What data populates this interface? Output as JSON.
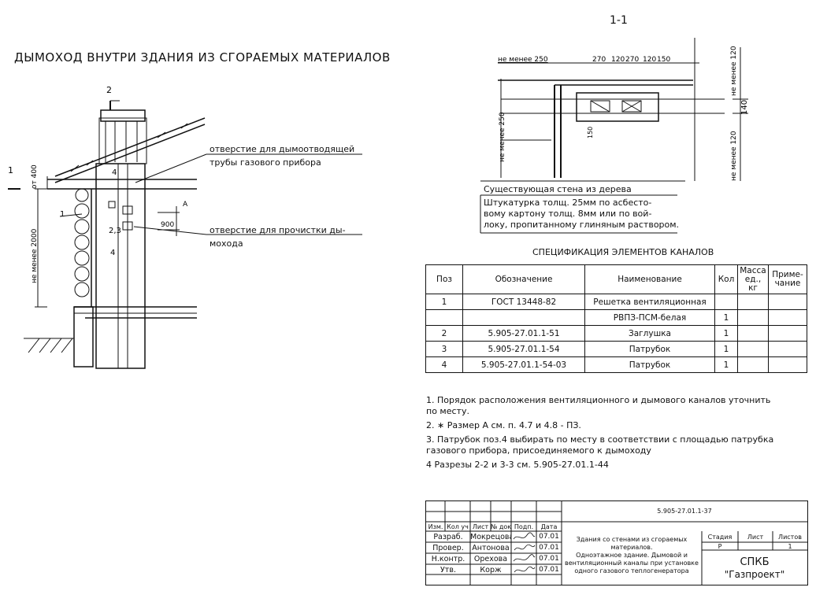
{
  "title": "ДЫМОХОД ВНУТРИ ЗДАНИЯ ИЗ СГОРАЕМЫХ МАТЕРИАЛОВ",
  "section": "1-1",
  "left_drawing": {
    "callout_flue_hole": [
      "отверстие для дымоотводящей",
      "трубы газового прибора"
    ],
    "callout_clean_hole": [
      "отверстие для прочистки ды-",
      "мохода"
    ],
    "dim_top": "от 400",
    "dim_height": "не менее 2000",
    "dim_900": "900",
    "dim_a": "А",
    "mark_1": "1",
    "mark_2": "2",
    "mark_4": "4",
    "mark_23": "2,3",
    "mark_4b": "4"
  },
  "section_drawing": {
    "dim_top_label": "не менее 250",
    "dims_top": [
      "270",
      "120",
      "270",
      "120",
      "150"
    ],
    "dim_right_top": "не менее 120",
    "dim_140": "140",
    "dim_right_bottom": "не менее 120",
    "dim_left": "не менее 250",
    "dim_150": "150",
    "existing_wall": "Существующая стена из дерева",
    "plaster": [
      "Штукатурка толщ. 25мм по асбесто-",
      "вому картону толщ. 8мм или по вой-",
      "локу, пропитанному глиняным раствором."
    ]
  },
  "spec": {
    "title": "СПЕЦИФИКАЦИЯ ЭЛЕМЕНТОВ КАНАЛОВ",
    "headers": [
      "Поз",
      "Обозначение",
      "Наименование",
      "Кол",
      "Масса ед., кг",
      "Приме- чание"
    ],
    "rows": [
      {
        "pos": "1",
        "code": "ГОСТ 13448-82",
        "name": "Решетка вентиляционная",
        "qty": ""
      },
      {
        "pos": "",
        "code": "",
        "name": "РВПЗ-ПСМ-белая",
        "qty": "1"
      },
      {
        "pos": "2",
        "code": "5.905-27.01.1-51",
        "name": "Заглушка",
        "qty": "1"
      },
      {
        "pos": "3",
        "code": "5.905-27.01.1-54",
        "name": "Патрубок",
        "qty": "1"
      },
      {
        "pos": "4",
        "code": "5.905-27.01.1-54-03",
        "name": "Патрубок",
        "qty": "1"
      }
    ]
  },
  "notes": [
    "1. Порядок расположения вентиляционного и дымового каналов уточнить по месту.",
    "2. ∗ Размер А см. п. 4.7 и 4.8 - ПЗ.",
    "3. Патрубок поз.4 выбирать по месту в соответствии с площадью патрубка газового прибора, присоединяемого к дымоходу",
    "4 Разрезы 2-2 и 3-3 см. 5.905-27.01.1-44"
  ],
  "stamp": {
    "doc_code": "5.905-27.01.1-37",
    "col_headers": [
      "Изм.",
      "Кол уч",
      "Лист",
      "№ док",
      "Подп.",
      "Дата"
    ],
    "roles": [
      {
        "role": "Разраб.",
        "name": "Мокрецова",
        "date": "07.01"
      },
      {
        "role": "Провер.",
        "name": "Антонова",
        "date": "07.01"
      },
      {
        "role": "Н.контр.",
        "name": "Орехова",
        "date": "07.01"
      },
      {
        "role": "Утв.",
        "name": "Корж",
        "date": "07.01"
      }
    ],
    "description": [
      "Здания со стенами из сгораемых",
      "материалов.",
      "Одноэтажное здание. Дымовой и",
      "вентиляционный каналы при установке",
      "одного газового теплогенератора"
    ],
    "stage_label": "Стадия",
    "sheet_label": "Лист",
    "sheets_label": "Листов",
    "stage": "Р",
    "sheets": "1",
    "org_1": "СПКБ",
    "org_2": "\"Газпроект\""
  }
}
